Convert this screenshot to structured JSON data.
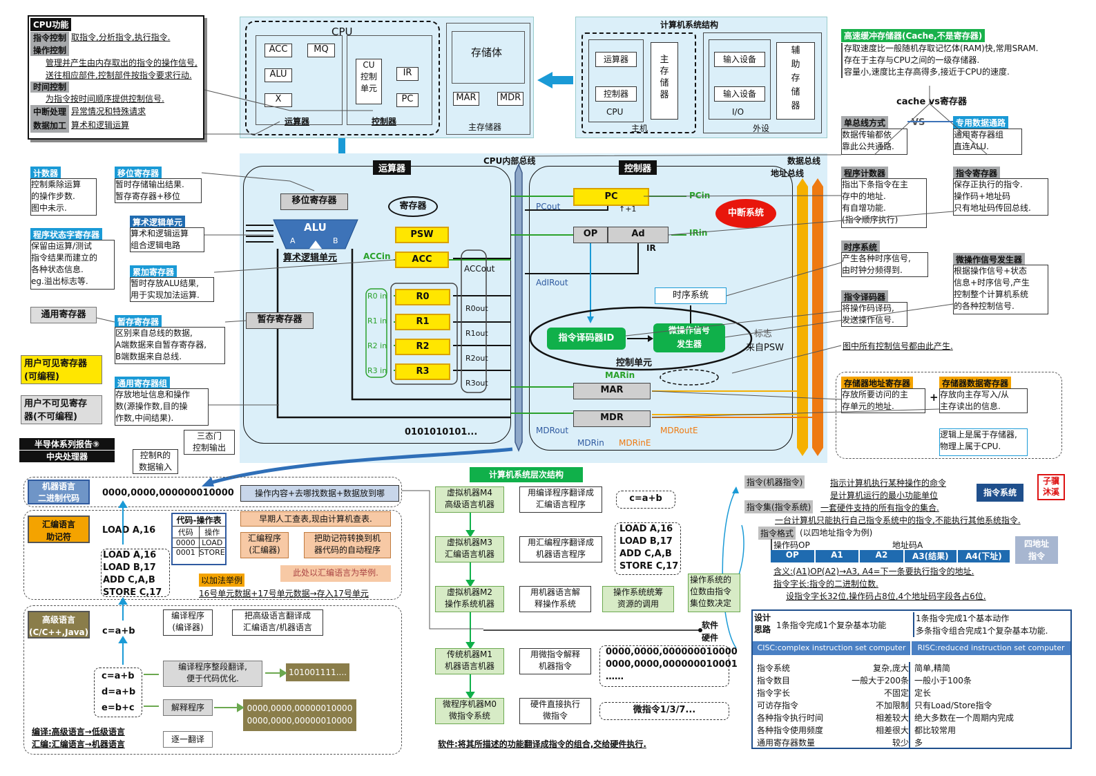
{
  "cpu_func": {
    "title": "CPU功能",
    "rows": [
      {
        "k": "指令控制",
        "v": "取指令,分析指令,执行指令."
      },
      {
        "k": "操作控制",
        "v": "管理并产生由内存取出的指令的操作信号,送往相应部件,控制部件按指令要求行动."
      },
      {
        "k": "时间控制",
        "v": "为指令按时间顺序提供控制信号."
      },
      {
        "k": "中断处理",
        "v": "异常情况和特殊请求"
      },
      {
        "k": "数据加工",
        "v": "算术和逻辑运算"
      }
    ]
  },
  "top_cpu": {
    "cpu": "CPU",
    "acc": "ACC",
    "mq": "MQ",
    "alu": "ALU",
    "x": "X",
    "cu": "CU\n控制\n单元",
    "ir": "IR",
    "pc": "PC",
    "mar": "MAR",
    "mdr": "MDR",
    "storage": "存储体",
    "mainmem": "主存储器",
    "alu_unit": "运算器",
    "ctrl_unit": "控制器"
  },
  "sys": {
    "title": "计算机系统结构",
    "alu": "运算器",
    "ctrl": "控制器",
    "cpu": "CPU",
    "mainmem": "主\n存\n储\n器",
    "host": "主机",
    "in1": "输入设备",
    "in2": "输入设备",
    "io": "I/O",
    "aux": "辅\n助\n存\n储\n器",
    "periph": "外设"
  },
  "cache": {
    "title": "高速缓冲存储器(Cache,不是寄存器)",
    "body": "存取速度比一般随机存取记忆体(RAM)快,常用SRAM.\n存在于主存与CPU之间的一级存储器.\n容量小,速度比主存高得多,接近于CPU的速度.",
    "vs": "cache vs寄存器"
  },
  "bus": {
    "single_t": "单总线方式",
    "single_b": "数据传输都依\n靠此公共通路.",
    "vs": "VS",
    "ded_t": "专用数据通路",
    "ded_b": "通用寄存器组\n直连ALU."
  },
  "left_notes": [
    {
      "t": "计数器",
      "b": "控制乘除运算\n的操作步数.\n图中未示."
    },
    {
      "t": "程序状态字寄存器",
      "b": "保留由运算/测试\n指令结果而建立的\n各种状态信息.\neg.溢出标志等."
    },
    {
      "t": "移位寄存器",
      "b": "暂时存储输出结果.\n暂存寄存器+移位"
    },
    {
      "t": "算术逻辑单元",
      "b": "算术和逻辑运算\n组合逻辑电路"
    },
    {
      "t": "累加寄存器",
      "b": "暂时存放ALU结果,\n用于实现加法运算."
    },
    {
      "t": "暂存寄存器",
      "b": "区别来自总线的数据,\nA端数据来自暂存寄存器,\nB端数据来自总线."
    },
    {
      "t": "通用寄存器组",
      "b": "存放地址信息和操作\n数(源操作数,目的操\n作数,中间结果)."
    }
  ],
  "reg_kinds": {
    "general": "通用寄存器",
    "visible": "用户可见寄存器\n(可编程)",
    "invisible": "用户不可见寄存\n器(不可编程)"
  },
  "report": {
    "l1": "半导体系列报告⑨",
    "l2": "中央处理器"
  },
  "tri": {
    "a": "三态门\n控制输出",
    "b": "控制R的\n数据输入"
  },
  "main": {
    "alu_title": "运算器",
    "ctrl_title": "控制器",
    "cpu_bus": "CPU内部总线",
    "shift": "移位寄存器",
    "alu": "ALU",
    "a": "A",
    "b": "B",
    "alu_unit": "算术逻辑单元",
    "regs": "寄存器",
    "psw": "PSW",
    "acc": "ACC",
    "acc_in": "ACCin",
    "acc_out": "ACCout",
    "temp": "暂存寄存器",
    "r": [
      "R0",
      "R1",
      "R2",
      "R3"
    ],
    "rin": [
      "R0 in",
      "R1 in",
      "R2 in",
      "R3 in"
    ],
    "rout": [
      "R0out",
      "R1out",
      "R2out",
      "R3out"
    ],
    "bits": "0101010101...",
    "pc": "PC",
    "pc_plus": "↑+1",
    "pc_in": "PCin",
    "pc_out": "PCout",
    "op": "OP",
    "ad": "Ad",
    "ir": "IR",
    "ir_in": "IRin",
    "adir": "AdIRout",
    "int": "中断系统",
    "timing": "时序系统",
    "decoder": "指令译码器ID",
    "microgen": "微操作信号\n发生器",
    "flag": "标志",
    "from_psw": "来自PSW",
    "cu": "控制单元",
    "mar": "MAR",
    "mar_in": "MARin",
    "mdr": "MDR",
    "mdr_out": "MDRout",
    "mdr_in": "MDRin",
    "mdr_ine": "MDRinE",
    "mdr_oute": "MDRoutE",
    "data_bus": "数据总线",
    "addr_bus": "地址总线"
  },
  "right_notes": [
    {
      "t": "程序计数器",
      "b": "指出下条指令在主\n存中的地址.\n有自增功能.\n(指令顺序执行)"
    },
    {
      "t": "指令寄存器",
      "b": "保存正执行的指令.\n操作码+地址码\n只有地址码传回总线."
    },
    {
      "t": "时序系统",
      "b": "产生各种时序信号,\n由时钟分频得到."
    },
    {
      "t": "微操作信号发生器",
      "b": "根据操作信号+状态\n信息+时序信号,产生\n控制整个计算机系统\n的各种控制信号."
    },
    {
      "t": "指令译码器",
      "b": "将操作码译码,\n发送操作信号."
    }
  ],
  "ctrl_note": "图中所有控制信号都由此产生.",
  "mem_regs": {
    "mar_t": "存储器地址寄存器",
    "mar_b": "存放所要访问的主\n存单元的地址.",
    "plus": "+",
    "mdr_t": "存储器数据寄存器",
    "mdr_b": "存放向主存写入/从\n主存读出的信息.",
    "note": "逻辑上是属于存储器,\n物理上属于CPU."
  },
  "langs": {
    "machine": "机器语言\n二进制代码",
    "machine_code": "0000,0000,000000010000",
    "machine_note": "操作内容+去哪找数据+数据放到哪",
    "asm": "汇编语言\n助记符",
    "asm_ins": "LOAD A,16",
    "table_title": "代码-操作表",
    "th1": "代码",
    "th2": "操作",
    "r1c1": "0000",
    "r1c2": "LOAD",
    "r2c1": "0001",
    "r2c2": "STORE",
    "early": "早期人工查表,现由计算机查表.",
    "assembler": "汇编程序\n(汇编器)",
    "assembler_note": "把助记符转换到机\n器代码的自动程序",
    "asm_prog": "LOAD A,16\nLOAD B,17\nADD C,A,B\nSTORE C,17",
    "example": "以加法举例",
    "example_note": "此处以汇编语言为举例.",
    "example_flow": "16号单元数据+17号单元数据→存入17号单元",
    "high": "高级语言\n(C/C++,Java)",
    "high_code": "c=a+b",
    "compiler": "编译程序\n(编译器)",
    "compiler_note": "把高级语言翻译成\n汇编语言/机器语言",
    "prog": "c=a+b\nd=a+b\ne=b+c",
    "whole": "编译程序整段翻译,\n便于代码优化.",
    "bin1": "101001111....",
    "interp": "解释程序",
    "one": "逐一翻译",
    "bin2": "0000,0000,00000010000\n0000,0000,00000010000",
    "foot1": "编译:高级语言→低级语言",
    "foot2": "汇编:汇编语言→机器语言"
  },
  "levels": {
    "title": "计算机系统层次结构",
    "items": [
      {
        "m": "虚拟机器M4\n高级语言机器",
        "d": "用编译程序翻译成\n汇编语言程序",
        "e": "c=a+b"
      },
      {
        "m": "虚拟机器M3\n汇编语言机器",
        "d": "用汇编程序翻译成\n机器语言程序",
        "e": "LOAD A,16\nLOAD B,17\nADD C,A,B\nSTORE C,17"
      },
      {
        "m": "虚拟机器M2\n操作系统机器",
        "d": "用机器语言解\n释操作系统",
        "e": "操作系统统筹\n资源的调用"
      },
      {
        "m": "传统机器M1\n机器语言机器",
        "d": "用微指令解释\n机器指令",
        "e": "0000,0000,000000010000\n0000,0000,000000010001\n……"
      },
      {
        "m": "微程序机器M0\n微指令系统",
        "d": "硬件直接执行\n微指令",
        "e": "微指令1/3/7..."
      }
    ],
    "os_note": "操作系统的\n位数由指令\n集位数决定",
    "sw": "软件",
    "hw": "硬件",
    "footer": "软件:将其所描述的功能翻译成指令的组合,交给硬件执行."
  },
  "isa": {
    "ins": "指令(机器指令)",
    "ins_def1": "指示计算机执行某种操作的命令",
    "ins_def2": "是计算机运行的最小功能单位",
    "brand": "指令系统",
    "seal": "子骥\n沐溪",
    "set": "指令集(指令系统)",
    "set_def": "一套硬件支持的所有指令的集合.",
    "set_note": "一台计算机只能执行自己指令系统中的指令,不能执行其他系统指令.",
    "fmt": "指令格式",
    "fmt_eg": "(以四地址指令为例)",
    "opcode": "操作码OP",
    "addr": "地址码A",
    "cols": [
      "OP",
      "A1",
      "A2",
      "A3(结果)",
      "A4(下址)"
    ],
    "four": "四地址\n指令",
    "mean": "含义:(A1)OP(A2)→A3, A4=下一条要执行指令的地址.",
    "len": "指令字长:指令的二进制位数.",
    "len_eg": "设指令字长32位,操作码占8位,4个地址码字段各占6位."
  },
  "design": {
    "label": "设计\n思路",
    "cisc_idea": "1条指令完成1个复杂基本功能",
    "risc_idea": "1条指令完成1个基本动作\n多条指令组合完成1个复杂基本功能.",
    "cisc": "CISC:complex instruction set computer",
    "risc": "RISC:reduced instruction set computer",
    "rows": [
      {
        "k": "指令系统",
        "c": "复杂,庞大",
        "r": "简单,精简"
      },
      {
        "k": "指令数目",
        "c": "一般大于200条",
        "r": "一般小于100条"
      },
      {
        "k": "指令字长",
        "c": "不固定",
        "r": "定长"
      },
      {
        "k": "可访存指令",
        "c": "不加限制",
        "r": "只有Load/Store指令"
      },
      {
        "k": "各种指令执行时间",
        "c": "相差较大",
        "r": "绝大多数在一个周期内完成"
      },
      {
        "k": "各种指令使用频度",
        "c": "相差很大",
        "r": "都比较常用"
      },
      {
        "k": "通用寄存器数量",
        "c": "较少",
        "r": "多"
      }
    ]
  },
  "colors": {
    "accent": "#1a9ad6",
    "panel": "#dbeff9",
    "yellow": "#ffe600",
    "green": "#10b04a",
    "orange": "#f4a300"
  }
}
